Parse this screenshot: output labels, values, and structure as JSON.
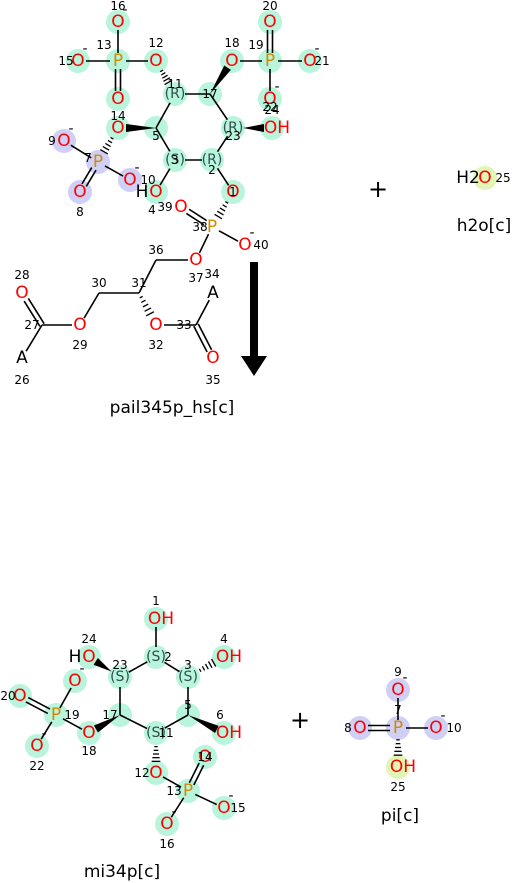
{
  "reaction": {
    "plus_sign": "+",
    "arrow_icon": "reaction-arrow-down",
    "reactants": [
      {
        "name": "pail345p_hs[c]"
      },
      {
        "name": "h2o[c]"
      }
    ],
    "products": [
      {
        "name": "mi34p[c]"
      },
      {
        "name": "pi[c]"
      }
    ]
  },
  "colors": {
    "oxygen": "#ff0000",
    "phosphorus": "#d18b00",
    "highlight_mint": "#b8f5dc",
    "highlight_lavender": "#d0d0f7",
    "highlight_lime": "#e2f5b4",
    "stereo_text": "#2f4f4f",
    "bond": "#000000"
  },
  "molecules": {
    "pail345p": {
      "atoms": [
        {
          "id": "o16",
          "sym": "O",
          "charge": "-",
          "idx": "16",
          "hl": "mint"
        },
        {
          "id": "p13",
          "sym": "P",
          "idx": "13",
          "hl": "mint"
        },
        {
          "id": "o15",
          "sym": "O",
          "charge": "-",
          "idx": "15",
          "hl": "mint"
        },
        {
          "id": "o12",
          "sym": "O",
          "idx": "12",
          "hl": "mint"
        },
        {
          "id": "o14a",
          "sym": "O",
          "idx": "",
          "hl": "mint"
        },
        {
          "id": "c11",
          "sym": "(R)",
          "idx": "11",
          "hl": "mint"
        },
        {
          "id": "c17",
          "sym": "",
          "idx": "17",
          "hl": "mint"
        },
        {
          "id": "o18",
          "sym": "O",
          "idx": "18",
          "hl": "mint"
        },
        {
          "id": "p19",
          "sym": "P",
          "idx": "19",
          "hl": "mint"
        },
        {
          "id": "o20",
          "sym": "O",
          "idx": "20",
          "hl": "mint"
        },
        {
          "id": "o21",
          "sym": "O",
          "charge": "-",
          "idx": "21",
          "hl": "mint"
        },
        {
          "id": "o22",
          "sym": "O",
          "charge": "-",
          "idx": "22",
          "hl": "mint"
        },
        {
          "id": "o14",
          "sym": "O",
          "idx": "14",
          "hl": "mint"
        },
        {
          "id": "c5",
          "sym": "",
          "idx": "5",
          "hl": "mint"
        },
        {
          "id": "c23",
          "sym": "(R)",
          "idx": "23",
          "hl": "mint"
        },
        {
          "id": "o24",
          "sym": "OH",
          "idx": "24",
          "hl": "mint"
        },
        {
          "id": "c3",
          "sym": "(S)",
          "idx": "3",
          "hl": "mint"
        },
        {
          "id": "c2",
          "sym": "(R)",
          "idx": "2",
          "hl": "mint"
        },
        {
          "id": "o4",
          "sym": "O",
          "pre": "H",
          "idx": "4",
          "hl": "mint"
        },
        {
          "id": "o1",
          "sym": "O",
          "idx": "1",
          "hl": "mint"
        },
        {
          "id": "o9",
          "sym": "O",
          "charge": "-",
          "idx": "9",
          "hl": "lavender"
        },
        {
          "id": "p7",
          "sym": "P",
          "idx": "7",
          "hl": "lavender"
        },
        {
          "id": "o8",
          "sym": "O",
          "idx": "8",
          "hl": "lavender"
        },
        {
          "id": "o10",
          "sym": "O",
          "charge": "-",
          "idx": "10",
          "hl": "lavender"
        },
        {
          "id": "o39",
          "sym": "O",
          "idx": "39",
          "hl": ""
        },
        {
          "id": "p38",
          "sym": "P",
          "idx": "38",
          "hl": ""
        },
        {
          "id": "o40",
          "sym": "O",
          "charge": "-",
          "idx": "40",
          "hl": ""
        },
        {
          "id": "o37",
          "sym": "O",
          "idx": "37",
          "hl": ""
        },
        {
          "id": "c36",
          "sym": "",
          "idx": "36",
          "hl": ""
        },
        {
          "id": "c34",
          "sym": "",
          "idx": "34",
          "hl": ""
        },
        {
          "id": "c31",
          "sym": "",
          "idx": "31",
          "hl": ""
        },
        {
          "id": "c30",
          "sym": "",
          "idx": "30",
          "hl": ""
        },
        {
          "id": "o29",
          "sym": "O",
          "idx": "29",
          "hl": ""
        },
        {
          "id": "c27",
          "sym": "",
          "idx": "27",
          "hl": ""
        },
        {
          "id": "o28",
          "sym": "O",
          "idx": "28",
          "hl": ""
        },
        {
          "id": "a26",
          "sym": "A",
          "idx": "26",
          "hl": ""
        },
        {
          "id": "o32",
          "sym": "O",
          "idx": "32",
          "hl": ""
        },
        {
          "id": "c33",
          "sym": "",
          "idx": "33",
          "hl": ""
        },
        {
          "id": "o35",
          "sym": "O",
          "idx": "35",
          "hl": ""
        },
        {
          "id": "a_top",
          "sym": "A",
          "idx": "",
          "hl": ""
        }
      ]
    },
    "h2o": {
      "atoms": [
        {
          "id": "h2o_o25",
          "sym": "O",
          "pre": "H2",
          "idx": "25",
          "hl": "lime"
        }
      ]
    },
    "mi34p": {
      "atoms": [
        {
          "id": "m_o1",
          "sym": "OH",
          "idx": "1",
          "hl": "mint"
        },
        {
          "id": "m_c2",
          "sym": "(S)",
          "idx": "2",
          "hl": "mint"
        },
        {
          "id": "m_o24",
          "sym": "O",
          "pre": "H",
          "idx": "24",
          "hl": "mint"
        },
        {
          "id": "m_c23",
          "sym": "(S)",
          "idx": "23",
          "hl": "mint"
        },
        {
          "id": "m_c3",
          "sym": "(S)",
          "idx": "3",
          "hl": "mint"
        },
        {
          "id": "m_o4",
          "sym": "OH",
          "idx": "4",
          "hl": "mint"
        },
        {
          "id": "m_o21",
          "sym": "O",
          "charge": "-",
          "idx": "",
          "hl": "mint"
        },
        {
          "id": "m_o20",
          "sym": "O",
          "idx": "20",
          "hl": "mint"
        },
        {
          "id": "m_p19",
          "sym": "P",
          "idx": "19",
          "hl": "mint"
        },
        {
          "id": "m_o22",
          "sym": "O",
          "charge": "-",
          "idx": "22",
          "hl": "mint"
        },
        {
          "id": "m_o18",
          "sym": "O",
          "idx": "18",
          "hl": "mint"
        },
        {
          "id": "m_c17",
          "sym": "",
          "idx": "17",
          "hl": "mint"
        },
        {
          "id": "m_c5",
          "sym": "",
          "idx": "5",
          "hl": "mint"
        },
        {
          "id": "m_o6",
          "sym": "OH",
          "idx": "6",
          "hl": "mint"
        },
        {
          "id": "m_c11",
          "sym": "(S)",
          "idx": "11",
          "hl": "mint"
        },
        {
          "id": "m_o12",
          "sym": "O",
          "idx": "12",
          "hl": "mint"
        },
        {
          "id": "m_p13",
          "sym": "P",
          "idx": "13",
          "hl": "mint"
        },
        {
          "id": "m_o14",
          "sym": "O",
          "idx": "14",
          "hl": "mint"
        },
        {
          "id": "m_o15",
          "sym": "O",
          "charge": "-",
          "idx": "15",
          "hl": "mint"
        },
        {
          "id": "m_o16",
          "sym": "O",
          "charge": "-",
          "idx": "16",
          "hl": "mint"
        }
      ]
    },
    "pi": {
      "atoms": [
        {
          "id": "pi_o9",
          "sym": "O",
          "charge": "-",
          "idx": "9",
          "hl": "lavender"
        },
        {
          "id": "pi_p7",
          "sym": "P",
          "idx": "7",
          "hl": "lavender"
        },
        {
          "id": "pi_o8",
          "sym": "O",
          "idx": "8",
          "hl": "lavender"
        },
        {
          "id": "pi_o10",
          "sym": "O",
          "charge": "-",
          "idx": "10",
          "hl": "lavender"
        },
        {
          "id": "pi_o25",
          "sym": "OH",
          "idx": "25",
          "hl": "lime"
        }
      ]
    }
  }
}
